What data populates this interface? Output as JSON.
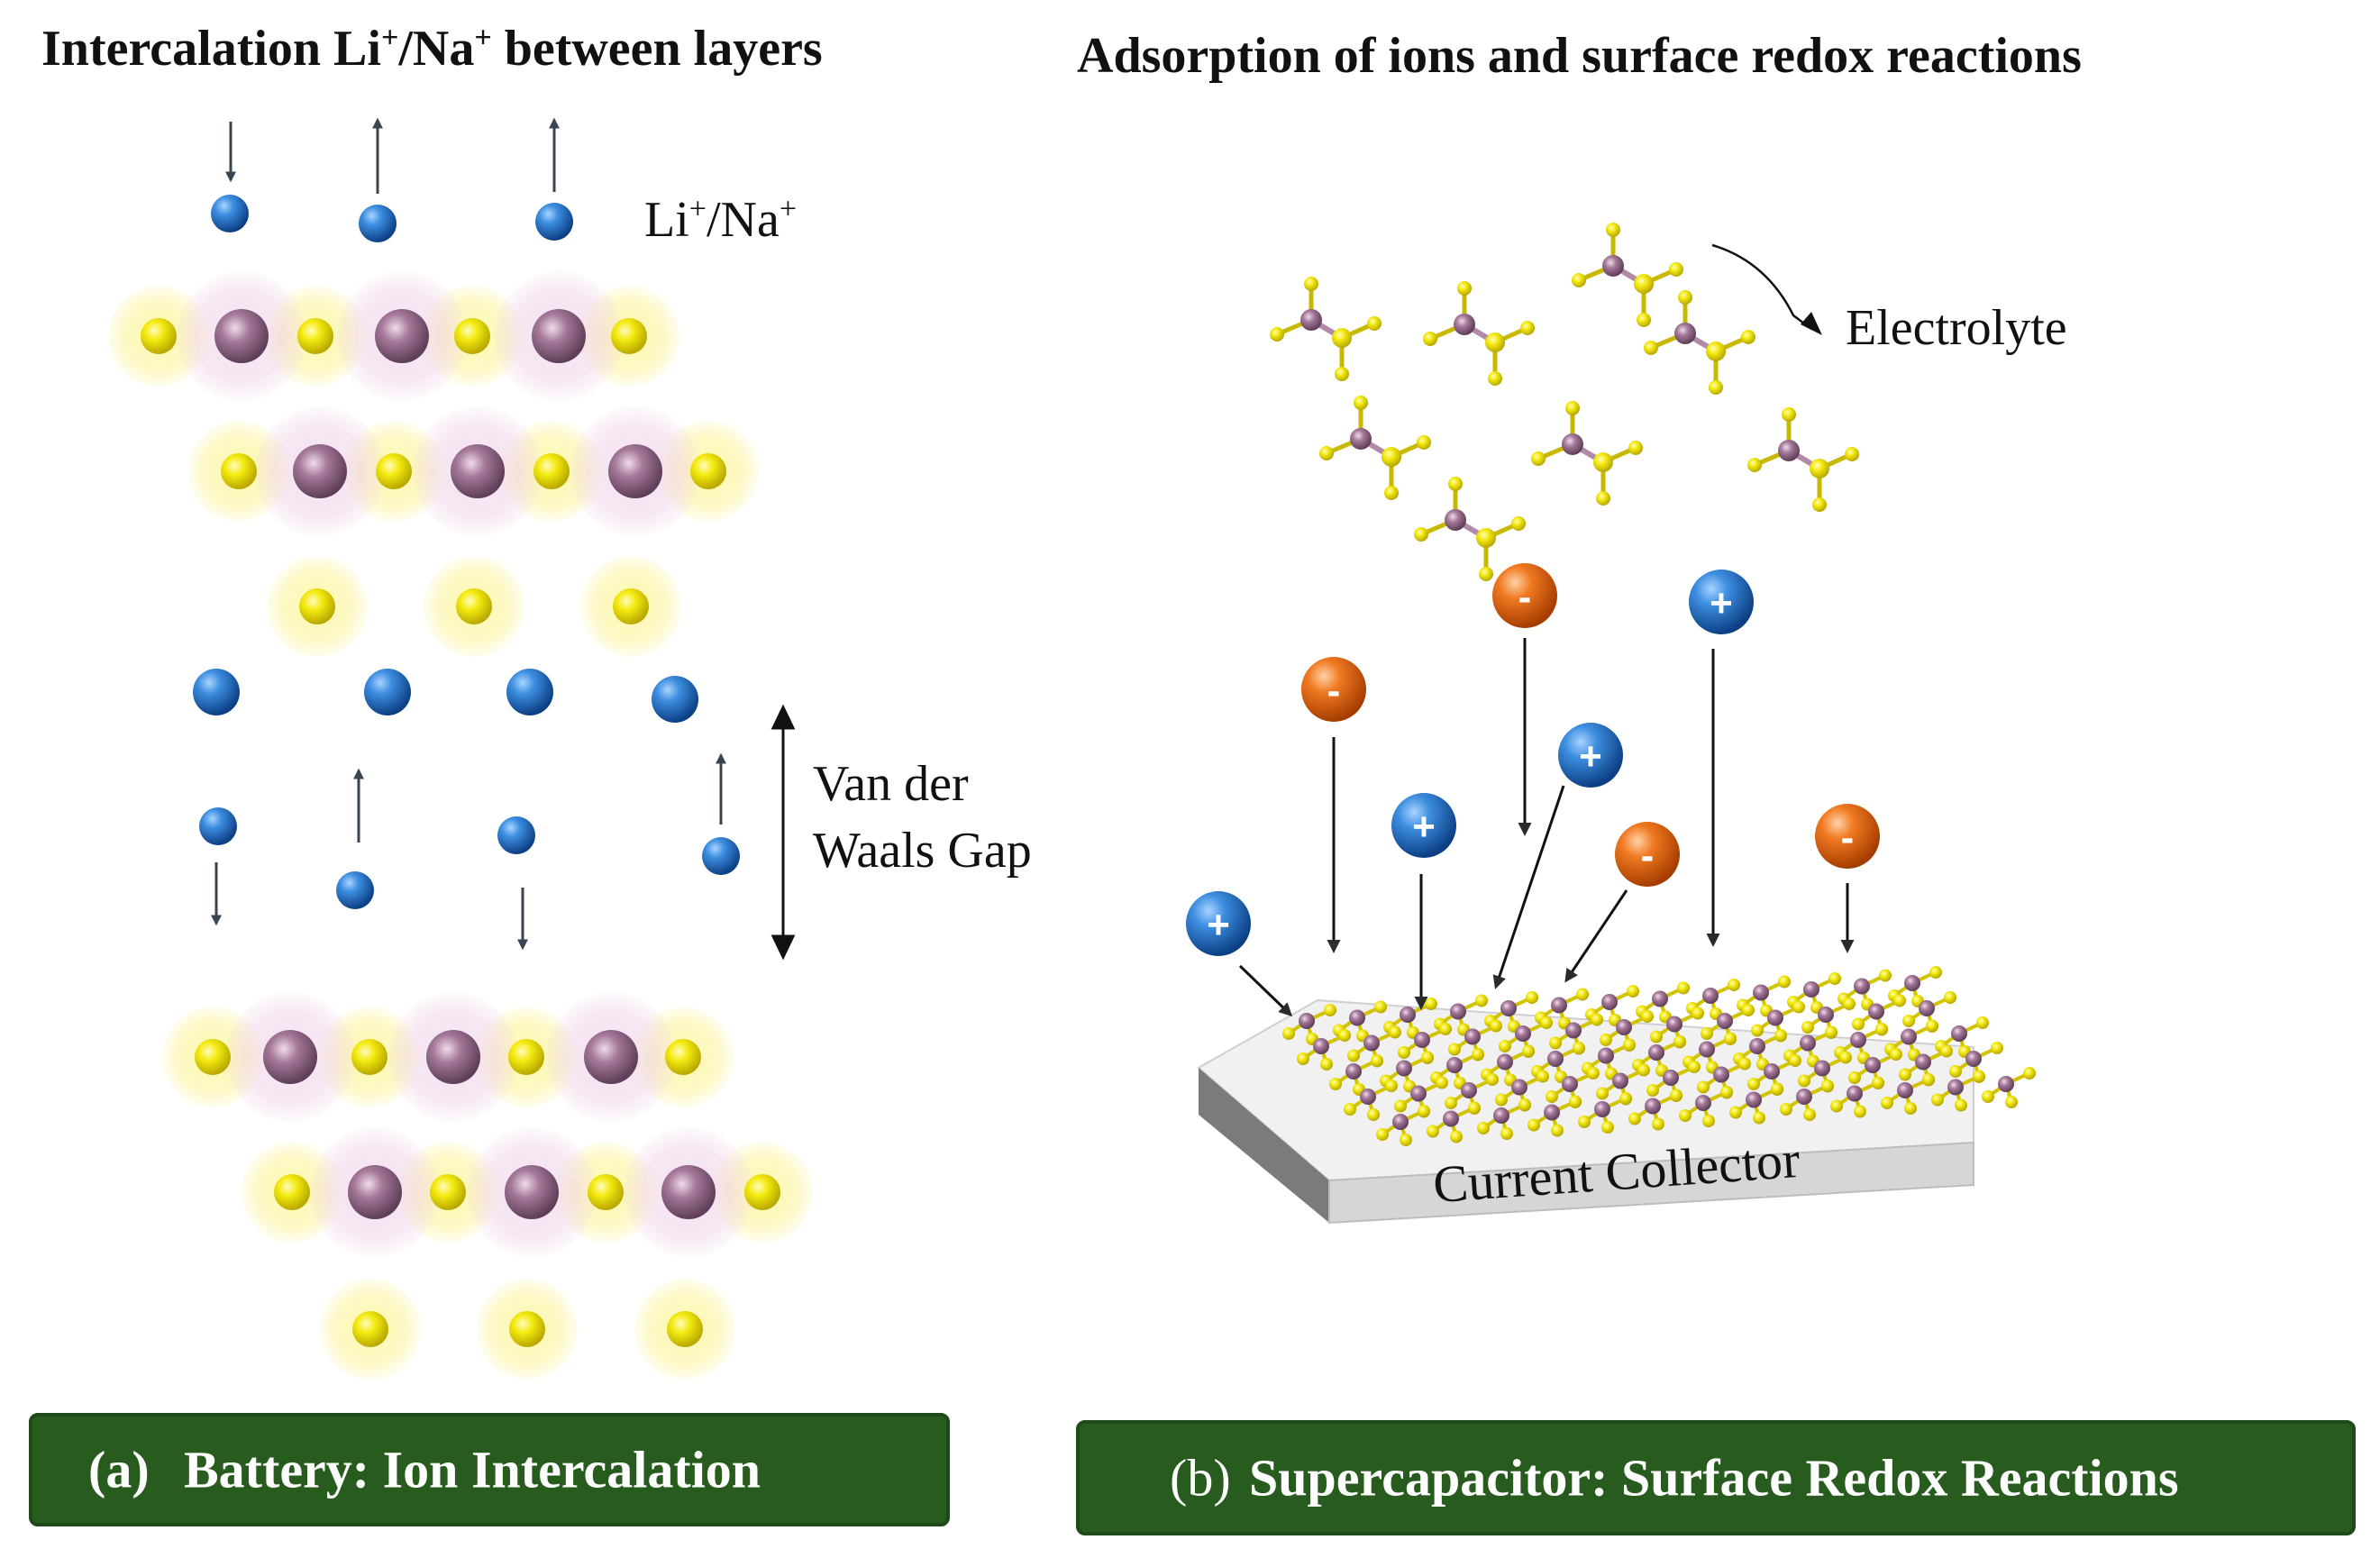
{
  "panel_a": {
    "title_prefix": "Intercalation Li",
    "title_sup1": "+",
    "title_mid": "/Na",
    "title_sup2": "+",
    "title_suffix": " between layers",
    "ion_label_li": "Li",
    "ion_label_sup1": "+",
    "ion_label_na": "/Na",
    "ion_label_sup2": "+",
    "gap_label_line1": "Van der",
    "gap_label_line2": "Waals Gap",
    "caption_tag": "(a)",
    "caption_text": "Battery: Ion Intercalation"
  },
  "panel_b": {
    "title": "Adsorption of ions and surface redox reactions",
    "electrolyte_label": "Electrolyte",
    "collector_label": "Current Collector",
    "caption_tag": "(b)",
    "caption_text": "Supercapacitor: Surface Redox Reactions",
    "plus_symbol": "+",
    "minus_symbol": "-"
  },
  "colors": {
    "caption_bg": "#275c1e",
    "cation_blue": "#1f6fc5",
    "anion_orange": "#e8630a",
    "atom_yellow": "#f2e600",
    "atom_purple": "#9a6f92"
  }
}
